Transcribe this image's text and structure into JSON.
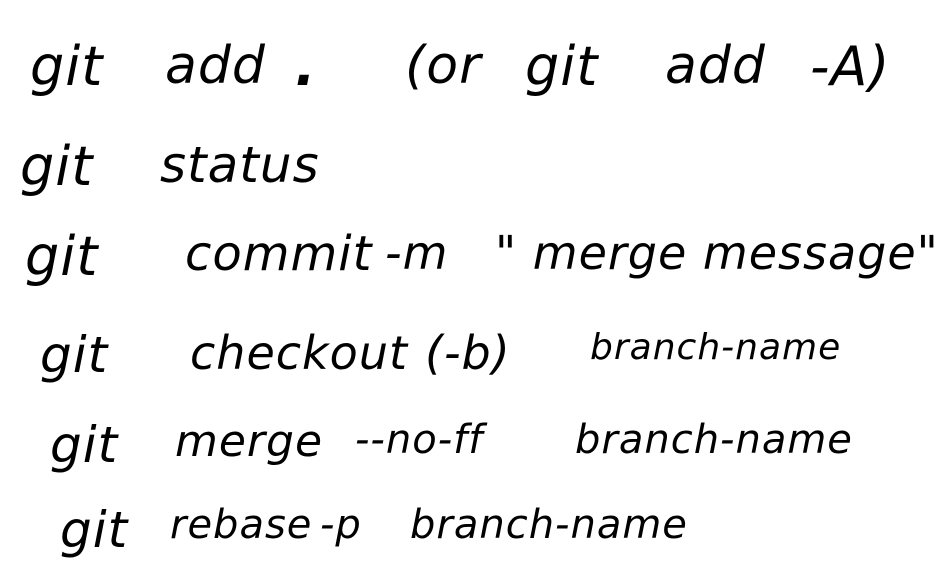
{
  "notes": {
    "line1": {
      "cmd": "git",
      "arg1": "add",
      "dot": ".",
      "alt": "(or",
      "cmd2": "git",
      "arg2": "add",
      "flag": "-A)"
    },
    "line2": {
      "cmd": "git",
      "arg1": "status"
    },
    "line3": {
      "cmd": "git",
      "arg1": "commit",
      "flag": "-m",
      "msg": "\" merge  message\""
    },
    "line4": {
      "cmd": "git",
      "arg1": "checkout",
      "flag": "(-b)",
      "name": "branch-name"
    },
    "line5": {
      "cmd": "git",
      "arg1": "merge",
      "flag": "--no-ff",
      "name": "branch-name"
    },
    "line6": {
      "cmd": "git",
      "arg1": "rebase",
      "flag": "-p",
      "name": "branch-name"
    }
  },
  "colors": {
    "ink": "#000000",
    "paper": "#ffffff"
  }
}
